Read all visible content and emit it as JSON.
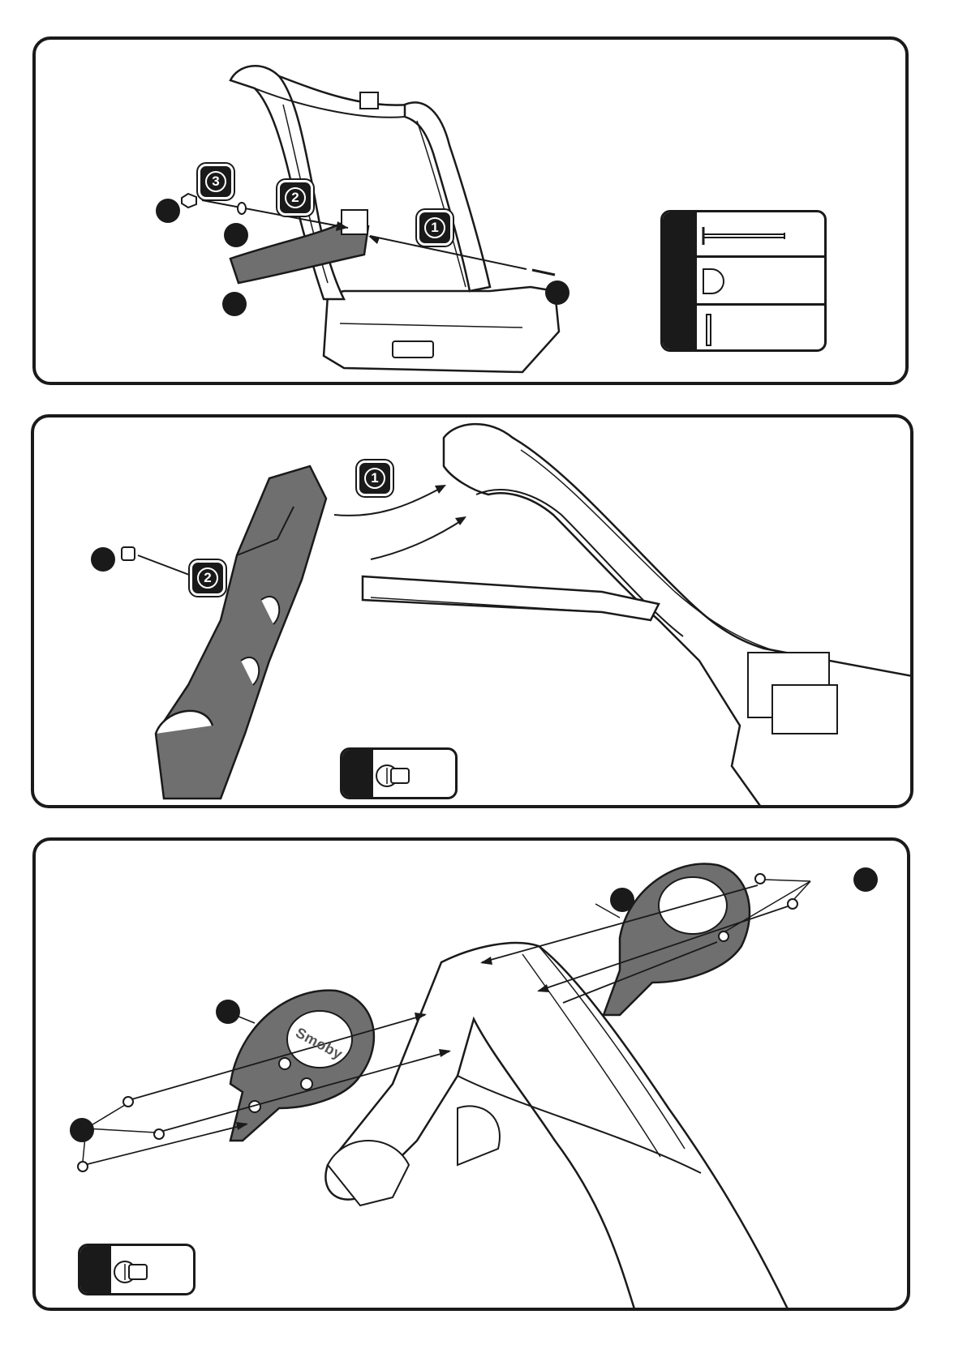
{
  "colors": {
    "outline": "#1a1a1a",
    "part_fill": "#6f6f6f",
    "background": "#ffffff"
  },
  "step1": {
    "sub_steps": [
      "3",
      "2",
      "1"
    ],
    "parts": [
      "bolt-long",
      "cap-nut",
      "pin"
    ]
  },
  "step2": {
    "sub_steps": [
      "1",
      "2"
    ],
    "parts": [
      "push-cap"
    ]
  },
  "step3": {
    "brand_logo": "Smoby",
    "parts": [
      "push-cap"
    ]
  }
}
